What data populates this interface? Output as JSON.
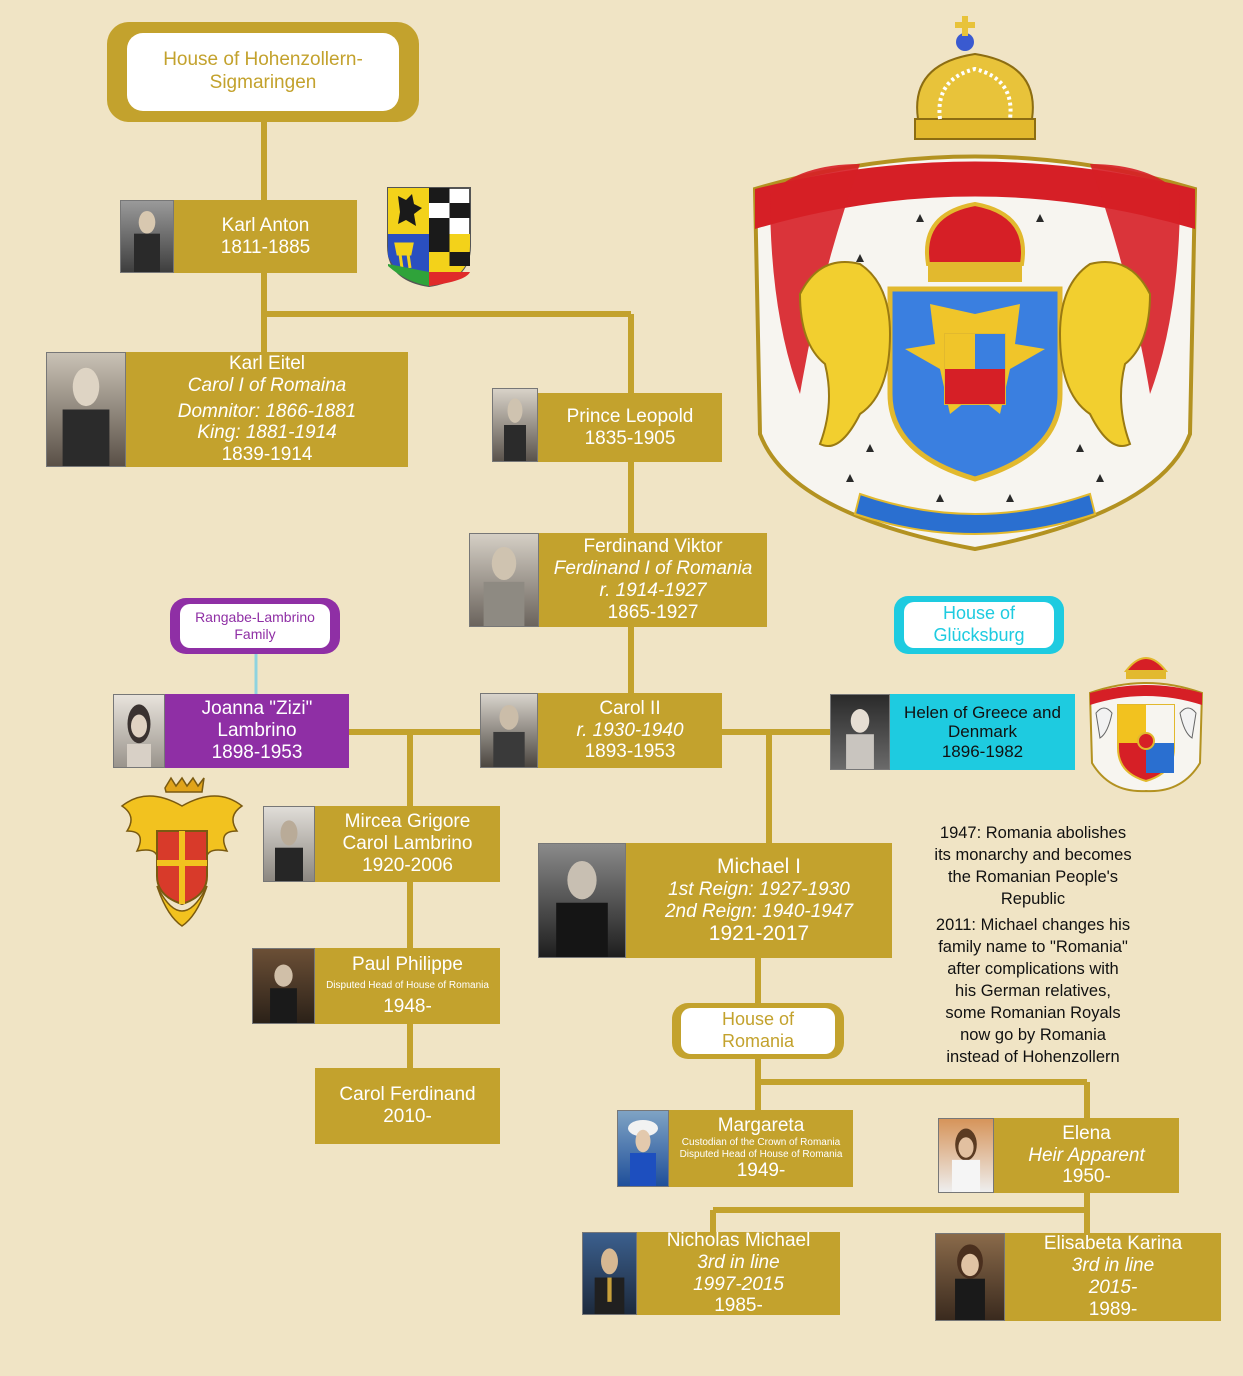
{
  "houses": {
    "hohenzollern": {
      "line1": "House of Hohenzollern-",
      "line2": "Sigmaringen",
      "border": "#c3a22d",
      "text": "#c3a22d"
    },
    "lambrino": {
      "line1": "Rangabe-Lambrino",
      "line2": "Family",
      "border": "#8f2fa5",
      "text": "#8f2fa5"
    },
    "glucksburg": {
      "line1": "House of",
      "line2": "Glücksburg",
      "border": "#1ecbe0",
      "text": "#1ecbe0"
    },
    "romania": {
      "line1": "House of",
      "line2": "Romania",
      "border": "#c3a22d",
      "text": "#c3a22d"
    }
  },
  "people": {
    "karl_anton": {
      "name": "Karl Anton",
      "years": "1811-1885"
    },
    "karl_eitel": {
      "name": "Karl Eitel",
      "title": "Carol I of Romaina",
      "role1": "Domnitor: 1866-1881",
      "role2": "King: 1881-1914",
      "years": "1839-1914"
    },
    "leopold": {
      "name": "Prince Leopold",
      "years": "1835-1905"
    },
    "ferdinand": {
      "name": "Ferdinand Viktor",
      "title": "Ferdinand I of Romania",
      "reign": "r. 1914-1927",
      "years": "1865-1927"
    },
    "zizi": {
      "name1": "Joanna \"Zizi\"",
      "name2": "Lambrino",
      "years": "1898-1953"
    },
    "carol2": {
      "name": "Carol II",
      "reign": "r. 1930-1940",
      "years": "1893-1953"
    },
    "helen": {
      "name1": "Helen of Greece and",
      "name2": "Denmark",
      "years": "1896-1982"
    },
    "mircea": {
      "name1": "Mircea Grigore",
      "name2": "Carol Lambrino",
      "years": "1920-2006"
    },
    "michael": {
      "name": "Michael I",
      "reign1": "1st Reign: 1927-1930",
      "reign2": "2nd Reign: 1940-1947",
      "years": "1921-2017"
    },
    "paul": {
      "name": "Paul Philippe",
      "note": "Disputed Head of House of Romania",
      "years": "1948-"
    },
    "carol_ferdinand": {
      "name": "Carol Ferdinand",
      "years": "2010-"
    },
    "margareta": {
      "name": "Margareta",
      "note1": "Custodian of the Crown of Romania",
      "note2": "Disputed Head of House of Romania",
      "years": "1949-"
    },
    "elena": {
      "name": "Elena",
      "title": "Heir Apparent",
      "years": "1950-"
    },
    "nicholas": {
      "name": "Nicholas Michael",
      "title": "3rd in line",
      "range": "1997-2015",
      "years": "1985-"
    },
    "elisabeta": {
      "name": "Elisabeta Karina",
      "title": "3rd in line",
      "range": "2015-",
      "years": "1989-"
    }
  },
  "notes": {
    "n1947": [
      "1947: Romania abolishes",
      "its monarchy and becomes",
      "the Romanian People's",
      "Republic"
    ],
    "n2011": [
      "2011: Michael changes his",
      "family name to \"Romania\"",
      "after complications with",
      "his German relatives,",
      "some Romanian Royals",
      "now go by Romania",
      "instead of Hohenzollern"
    ]
  },
  "emblems": [
    "hohenzollern-arms-icon",
    "romania-royal-arms-icon",
    "lambrino-eagle-arms-icon",
    "glucksburg-arms-icon"
  ],
  "colors": {
    "background": "#f0e4c5",
    "box": "#c3a22d",
    "purple": "#8f2fa5",
    "cyan": "#1ecbe0"
  }
}
